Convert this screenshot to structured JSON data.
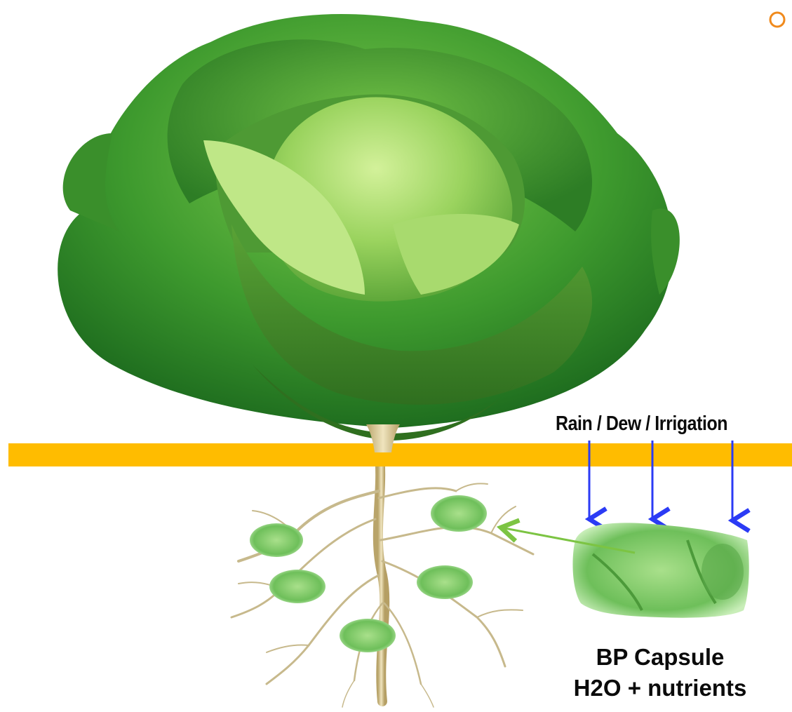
{
  "labels": {
    "water_sources": "Rain / Dew / Irrigation",
    "capsule_name": "BP Capsule",
    "capsule_contents": "H2O + nutrients"
  },
  "colors": {
    "ground_line": "#FFBC00",
    "water_arrows": "#2B3BF5",
    "nutrient_arrow": "#7CC443",
    "corner_marker": "#F08A1C",
    "leaf_dark": "#2E7D25",
    "leaf_light": "#9BD96A",
    "root": "#C9B98A"
  },
  "icons": {
    "marker": "circle-outline-icon",
    "plant": "cabbage-icon",
    "capsule": "capsule-icon"
  }
}
